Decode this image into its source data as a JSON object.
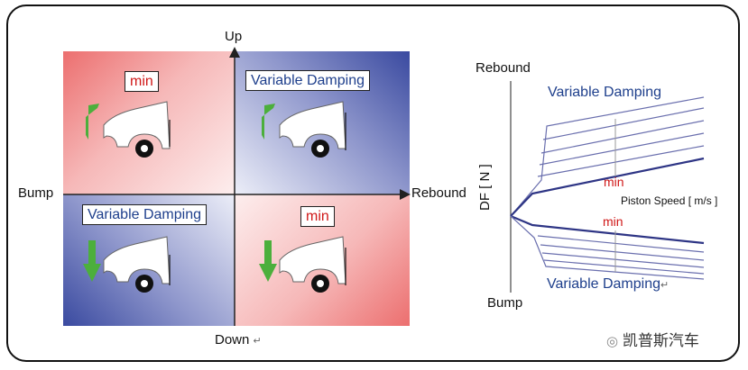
{
  "left_diagram": {
    "axis_up": "Up",
    "axis_down": "Down",
    "down_suffix": "↵",
    "axis_left": "Bump",
    "axis_right": "Rebound",
    "quadrants": {
      "top_left": "min",
      "top_right": "Variable Damping",
      "bottom_left": "Variable Damping",
      "bottom_right": "min"
    }
  },
  "right_chart": {
    "y_top": "Rebound",
    "y_bottom": "Bump",
    "y_axis_label": "DF [ N ]",
    "x_axis_label": "Piston Speed [ m/s ]",
    "upper_region": "Variable Damping",
    "upper_min": "min",
    "lower_min": "min",
    "lower_region": "Variable Damping",
    "lower_region_suffix": "↵"
  },
  "watermark": "凯普斯汽车",
  "colors": {
    "red_label": "#d01818",
    "blue_label": "#1e3f8c",
    "arrow_green": "#4caf3c"
  }
}
